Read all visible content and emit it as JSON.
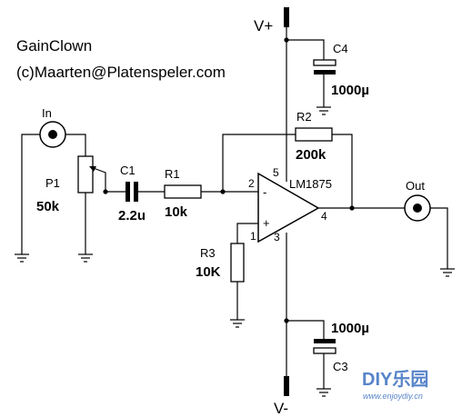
{
  "title": "GainClown",
  "credit": "(c)Maarten@Platenspeler.com",
  "colors": {
    "ink": "#000000",
    "paper": "#ffffff",
    "logo_blue": "#3a6fc0",
    "logo_red": "#d63a2a"
  },
  "components": {
    "input_jack": "In",
    "output_jack": "Out",
    "p1": {
      "ref": "P1",
      "value": "50k"
    },
    "c1": {
      "ref": "C1",
      "value": "2.2u"
    },
    "r1": {
      "ref": "R1",
      "value": "10k"
    },
    "r2": {
      "ref": "R2",
      "value": "200k"
    },
    "r3": {
      "ref": "R3",
      "value": "10K"
    },
    "c4": {
      "ref": "C4",
      "value": "1000µ"
    },
    "c3": {
      "ref": "C3",
      "value": "1000µ"
    },
    "opamp": {
      "ref": "LM1875",
      "pins": {
        "inv": "2",
        "noninv": "1",
        "out": "4",
        "vplus": "5",
        "vminus": "3"
      },
      "signs": {
        "inv": "-",
        "noninv": "+"
      }
    }
  },
  "rails": {
    "positive": "V+",
    "negative": "V-"
  },
  "watermark": {
    "brand": "DIY乐园",
    "url": "www.enjoydiy.cn"
  }
}
